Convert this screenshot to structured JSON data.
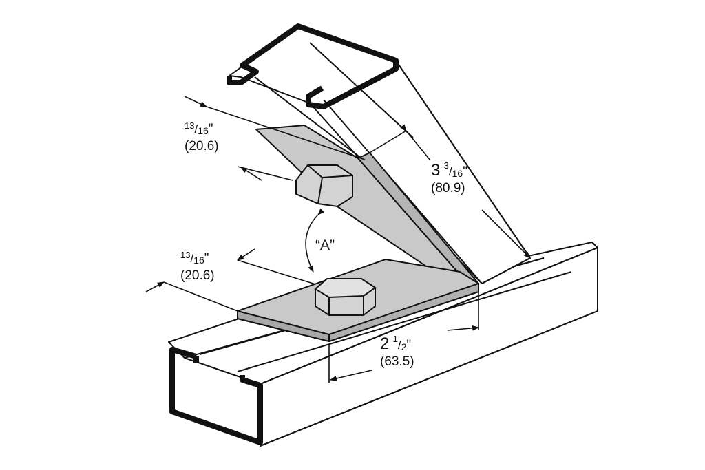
{
  "diagram": {
    "dimensions": [
      {
        "id": "top_offset",
        "fraction": {
          "num": "13",
          "den": "16"
        },
        "unit": "\"",
        "metric": "(20.6)"
      },
      {
        "id": "bottom_offset",
        "fraction": {
          "num": "13",
          "den": "16"
        },
        "unit": "\"",
        "metric": "(20.6)"
      },
      {
        "id": "leg_length",
        "whole": "3",
        "fraction": {
          "num": "3",
          "den": "16"
        },
        "unit": "\"",
        "metric": "(80.9)"
      },
      {
        "id": "base_length",
        "whole": "2",
        "fraction": {
          "num": "1",
          "den": "2"
        },
        "unit": "\"",
        "metric": "(63.5)"
      }
    ],
    "angle_label": "“A”",
    "colors": {
      "line": "#111111",
      "plate": "#c9c9c9",
      "plate_edge": "#9a9a9a",
      "channel": "#ffffff"
    }
  }
}
